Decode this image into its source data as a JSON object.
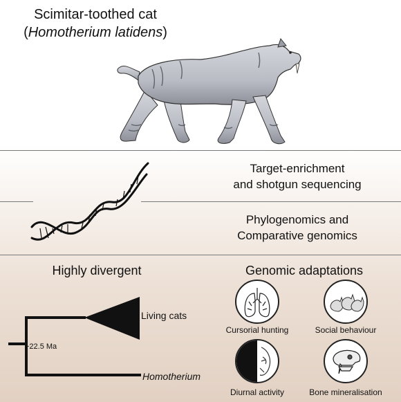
{
  "header": {
    "title_line1": "Scimitar-toothed cat",
    "title_paren_open": "(",
    "title_species": "Homotherium latidens",
    "title_paren_close": ")"
  },
  "steps": {
    "step1_line1": "Target-enrichment",
    "step1_line2": "and shotgun sequencing",
    "step2_line1": "Phylogenomics and",
    "step2_line2": "Comparative genomics"
  },
  "phylogeny": {
    "heading": "Highly divergent",
    "living_label": "Living cats",
    "divergence_label": "~22.5 Ma",
    "homotherium_label": "Homotherium"
  },
  "adaptations": {
    "heading": "Genomic adaptations",
    "items": [
      {
        "label": "Cursorial hunting",
        "icon": "lungs-icon"
      },
      {
        "label": "Social behaviour",
        "icon": "cat-group-icon"
      },
      {
        "label": "Diurnal activity",
        "icon": "day-night-eye-icon"
      },
      {
        "label": "Bone mineralisation",
        "icon": "skull-bone-icon"
      }
    ]
  },
  "colors": {
    "ink": "#111111",
    "rule": "#7a7a7a",
    "background_bottom": "#e2d1c3",
    "cat_body": "#b9bcc4"
  }
}
